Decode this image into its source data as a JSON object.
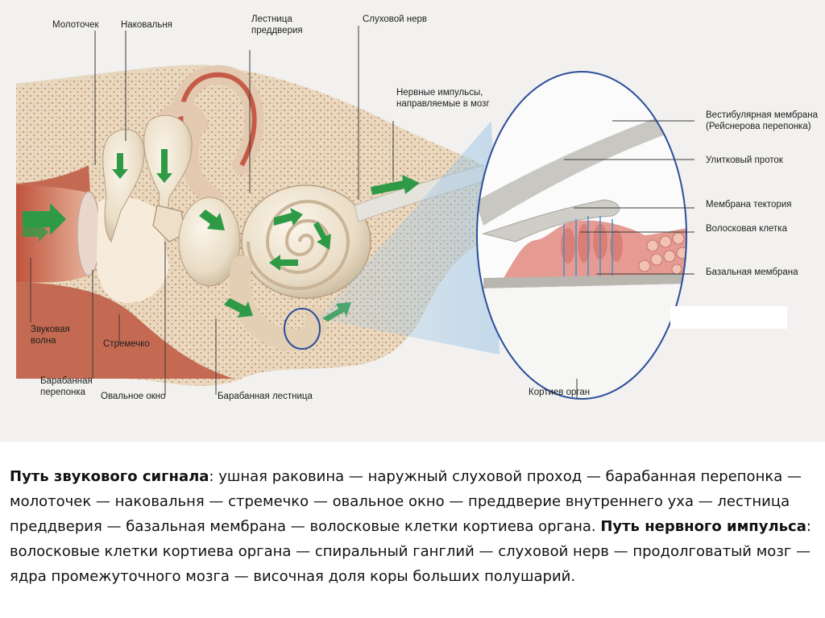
{
  "labels": {
    "malleus": "Молоточек",
    "incus": "Наковальня",
    "scala_vestibuli": "Лестница\nпреддверия",
    "auditory_nerve": "Слуховой нерв",
    "nerve_impulses": "Нервные импульсы,\nнаправляемые в мозг",
    "vestibular_membrane": "Вестибулярная мембрана\n(Рейснерова перепонка)",
    "cochlear_duct": "Улитковый проток",
    "tectorial_membrane": "Мембрана тектория",
    "hair_cell": "Волосковая клетка",
    "basilar_membrane": "Базальная мембрана",
    "sound_wave": "Звуковая\nволна",
    "stapes": "Стремечко",
    "tympanic_membrane": "Барабанная\nперепонка",
    "oval_window": "Овальное окно",
    "scala_tympani": "Барабанная лестница",
    "organ_of_corti": "Кортиев орган"
  },
  "caption": {
    "title1": "Путь звукового сигнала",
    "text1": ": ушная раковина — наружный слуховой проход — барабанная перепонка — молоточек — наковальня — стремечко — овальное окно — преддверие внутреннего уха — лестница преддверия — базальная мембрана — волосковые клетки кортиева органа. ",
    "title2": "Путь нервного импульса",
    "text2": ": волосковые клетки кортиева органа — спиральный ганглий — слуховой нерв — продолговатый мозг — ядра промежуточного мозга — височная доля коры больших полушарий."
  },
  "colors": {
    "bone": "#ead9bf",
    "bone_dots": "#c49a7a",
    "canal": "#c9694f",
    "arrow": "#2f9a46",
    "circle": "#2c4f9a"
  }
}
